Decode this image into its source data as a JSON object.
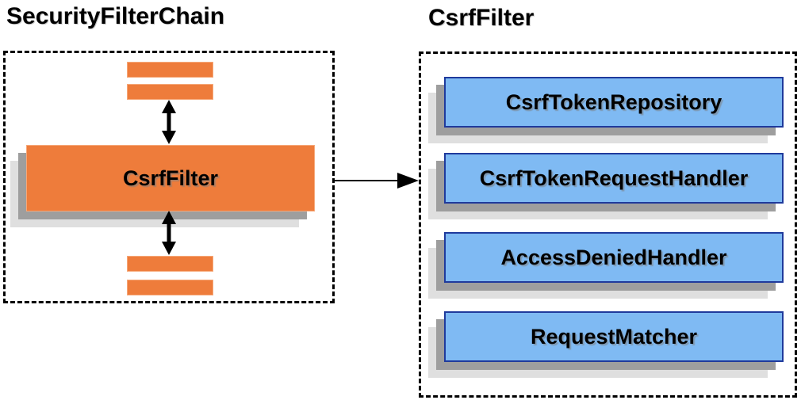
{
  "left_panel": {
    "title": "SecurityFilterChain",
    "filter_label": "CsrfFilter"
  },
  "right_panel": {
    "title": "CsrfFilter",
    "components": [
      {
        "label": "CsrfTokenRepository"
      },
      {
        "label": "CsrfTokenRequestHandler"
      },
      {
        "label": "AccessDeniedHandler"
      },
      {
        "label": "RequestMatcher"
      }
    ]
  },
  "colors": {
    "orange_fill": "#EE7C3B",
    "orange_border": "#F6A879",
    "blue_fill": "#7FBAF3",
    "blue_border": "#1F3A9C",
    "shadow_dark": "#9E9E9E",
    "shadow_light": "#DFDFDF",
    "line": "#000000",
    "text": "#000000"
  }
}
